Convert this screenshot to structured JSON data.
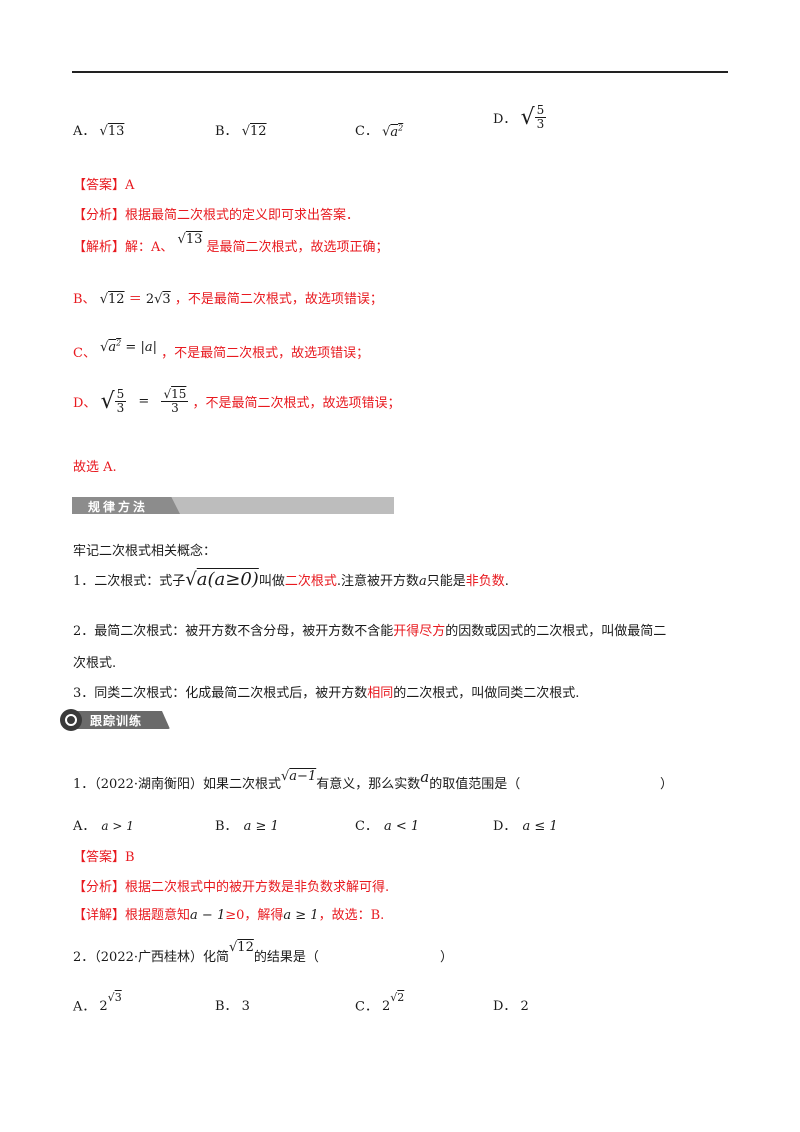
{
  "q_options": {
    "a_label": "A．",
    "a_rad": "13",
    "b_label": "B．",
    "b_rad": "12",
    "c_label": "C．",
    "c_rad": "a",
    "c_exp": "2",
    "d_label": "D．",
    "d_num": "5",
    "d_den": "3"
  },
  "answer1": {
    "prefix": "【答案】",
    "value": "A"
  },
  "analysis1": {
    "prefix": "【分析】",
    "text": "根据最简二次根式的定义即可求出答案．"
  },
  "solution1": {
    "prefix": "【解析】",
    "lead": "解：A、",
    "rad": "13",
    "tail": "是最简二次根式，故选项正确；",
    "b_lead": "B、",
    "b_rad": "12",
    "b_eq": "＝",
    "b_coef": "2",
    "b_rad2": "3",
    "b_tail": "，不是最简二次根式，故选项错误；",
    "c_lead": "C、",
    "c_rad": "a",
    "c_exp": "2",
    "c_eq": "=",
    "c_abs": "|a|",
    "c_tail": "，不是最简二次根式，故选项错误；",
    "d_lead": "D、",
    "d_num": "5",
    "d_den": "3",
    "d_eq": "=",
    "d_num2": "15",
    "d_den2": "3",
    "d_tail": "，不是最简二次根式，故选项错误；",
    "conclusion": "故选 A."
  },
  "banner_rules": "规律方法",
  "rules": {
    "intro": "牢记二次根式相关概念：",
    "r1_pre": "1．二次根式：式子",
    "r1_expr": "a(a≥0)",
    "r1_mid": "叫做",
    "r1_red": "二次根式",
    "r1_mid2": ".注意被开方数",
    "r1_var": "a",
    "r1_mid3": "只能是",
    "r1_red2": "非负数",
    "r1_end": ".",
    "r2_pre": "2．最简二次根式：被开方数不含分母，被开方数不含能",
    "r2_red": "开得尽方",
    "r2_post": "的因数或因式的二次根式，叫做最简二",
    "r2_line2": "次根式.",
    "r3_pre": "3．同类二次根式：化成最简二次根式后，被开方数",
    "r3_red": "相同",
    "r3_post": "的二次根式，叫做同类二次根式."
  },
  "banner_track": "跟踪训练",
  "q1": {
    "stem_pre": "1．（2022·湖南衡阳）如果二次根式",
    "rad": "a−1",
    "stem_mid": "有意义，那么实数",
    "var": "a",
    "stem_post": "的取值范围是（",
    "paren_close": "）",
    "opt_a_label": "A．",
    "opt_a": "a > 1",
    "opt_b_label": "B．",
    "opt_b": "a ≥ 1",
    "opt_c_label": "C．",
    "opt_c": "a < 1",
    "opt_d_label": "D．",
    "opt_d": "a ≤ 1",
    "answer_prefix": "【答案】",
    "answer": "B",
    "analysis_prefix": "【分析】",
    "analysis": "根据二次根式中的被开方数是非负数求解可得.",
    "detail_prefix": "【详解】",
    "detail_a": "根据题意知",
    "detail_expr": "a − 1",
    "detail_b": "≥0，解得",
    "detail_expr2": "a ≥ 1",
    "detail_c": "，故选：B."
  },
  "q2": {
    "stem_pre": "2．（2022·广西桂林）化简",
    "rad": "12",
    "stem_post": "的结果是（",
    "paren_close": "）",
    "opt_a_label": "A．",
    "opt_a_base": "2",
    "opt_a_rad": "3",
    "opt_b_label": "B．",
    "opt_b": "3",
    "opt_c_label": "C．",
    "opt_c_base": "2",
    "opt_c_rad": "2",
    "opt_d_label": "D．",
    "opt_d": "2"
  }
}
